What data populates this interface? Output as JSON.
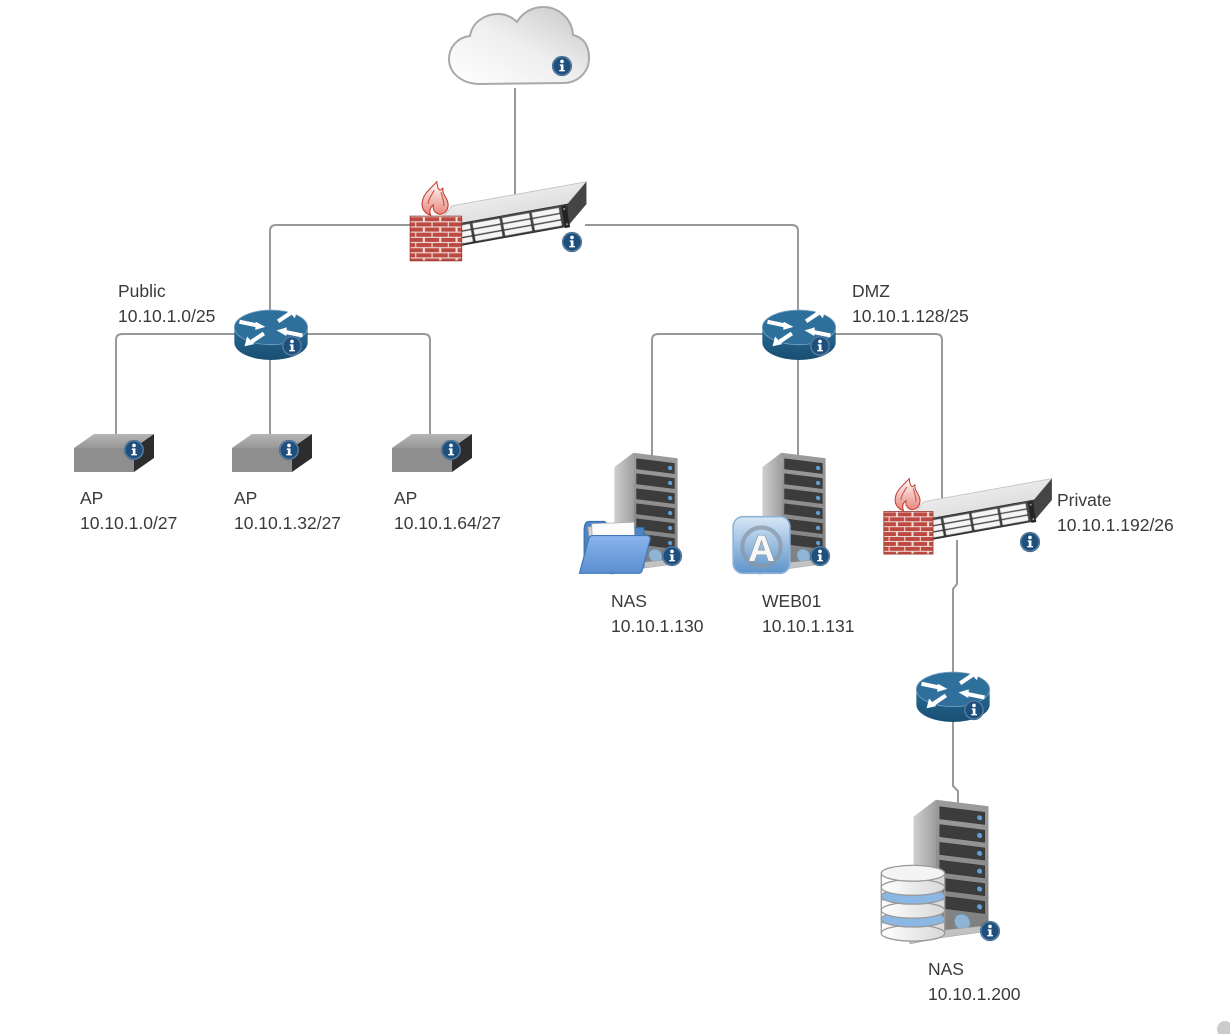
{
  "diagram": {
    "background_color": "#ffffff",
    "line_color": "#999999",
    "router_blue": "#2e6f9c",
    "info_badge_color": "#1f4f7d",
    "firewall_brick_red": "#bc4a42",
    "folder_blue": "#5b8fd0",
    "icons": {
      "cloud": "cloud-icon",
      "firewall": "firewall-brick-flame-icon",
      "router": "router-arrows-icon",
      "access_point": "access-point-box-icon",
      "server_tower": "server-tower-icon",
      "folder": "folder-icon",
      "app_badge": "application-a-icon",
      "database": "database-stack-icon",
      "info": "info-badge-icon"
    },
    "nodes": {
      "internet": {
        "type": "cloud"
      },
      "edge_firewall": {
        "type": "firewall-appliance"
      },
      "public_router": {
        "type": "router",
        "label": "Public",
        "subnet": "10.10.1.0/25"
      },
      "dmz_router": {
        "type": "router",
        "label": "DMZ",
        "subnet": "10.10.1.128/25"
      },
      "ap1": {
        "type": "access-point",
        "label": "AP",
        "subnet": "10.10.1.0/27"
      },
      "ap2": {
        "type": "access-point",
        "label": "AP",
        "subnet": "10.10.1.32/27"
      },
      "ap3": {
        "type": "access-point",
        "label": "AP",
        "subnet": "10.10.1.64/27"
      },
      "dmz_nas": {
        "type": "file-server",
        "label": "NAS",
        "subnet": "10.10.1.130"
      },
      "web01": {
        "type": "app-server",
        "label": "WEB01",
        "subnet": "10.10.1.131",
        "badge_letter": "A"
      },
      "private_firewall": {
        "type": "firewall-appliance",
        "label": "Private",
        "subnet": "10.10.1.192/26"
      },
      "private_router": {
        "type": "router"
      },
      "private_nas": {
        "type": "database-server",
        "label": "NAS",
        "subnet": "10.10.1.200"
      }
    }
  }
}
